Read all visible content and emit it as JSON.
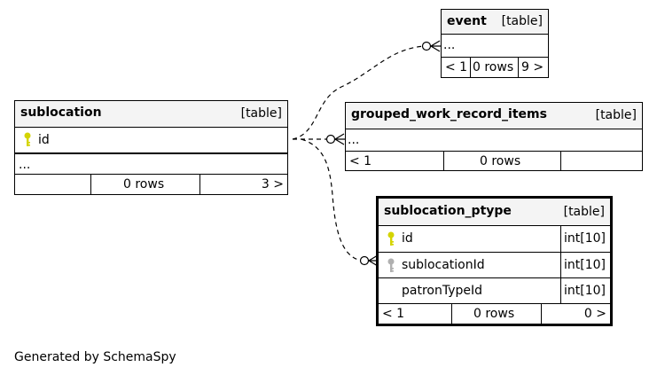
{
  "tables": {
    "event": {
      "name": "event",
      "type": "[table]",
      "ellipsis": "...",
      "footer": [
        "< 1",
        "0 rows",
        "9 >"
      ]
    },
    "sublocation": {
      "name": "sublocation",
      "type": "[table]",
      "columns": [
        {
          "name": "id",
          "key": "primary"
        }
      ],
      "ellipsis": "...",
      "footer": [
        "",
        "0 rows",
        "3 >"
      ]
    },
    "grouped_work_record_items": {
      "name": "grouped_work_record_items",
      "type": "[table]",
      "ellipsis": "...",
      "footer": [
        "< 1",
        "0 rows",
        ""
      ]
    },
    "sublocation_ptype": {
      "name": "sublocation_ptype",
      "type": "[table]",
      "columns": [
        {
          "name": "id",
          "datatype": "int[10]",
          "key": "primary"
        },
        {
          "name": "sublocationId",
          "datatype": "int[10]",
          "key": "foreign"
        },
        {
          "name": "patronTypeId",
          "datatype": "int[10]",
          "key": "none"
        }
      ],
      "footer": [
        "< 1",
        "0 rows",
        "0 >"
      ]
    }
  },
  "relationships": [
    {
      "from": "sublocation",
      "to": "event"
    },
    {
      "from": "sublocation",
      "to": "grouped_work_record_items"
    },
    {
      "from": "sublocation",
      "to": "sublocation_ptype"
    }
  ],
  "colors": {
    "primary_key": "#d4d400",
    "foreign_key": "#b0b0b0",
    "header_bg": "#f4f4f4"
  },
  "footer_text": "Generated by SchemaSpy"
}
